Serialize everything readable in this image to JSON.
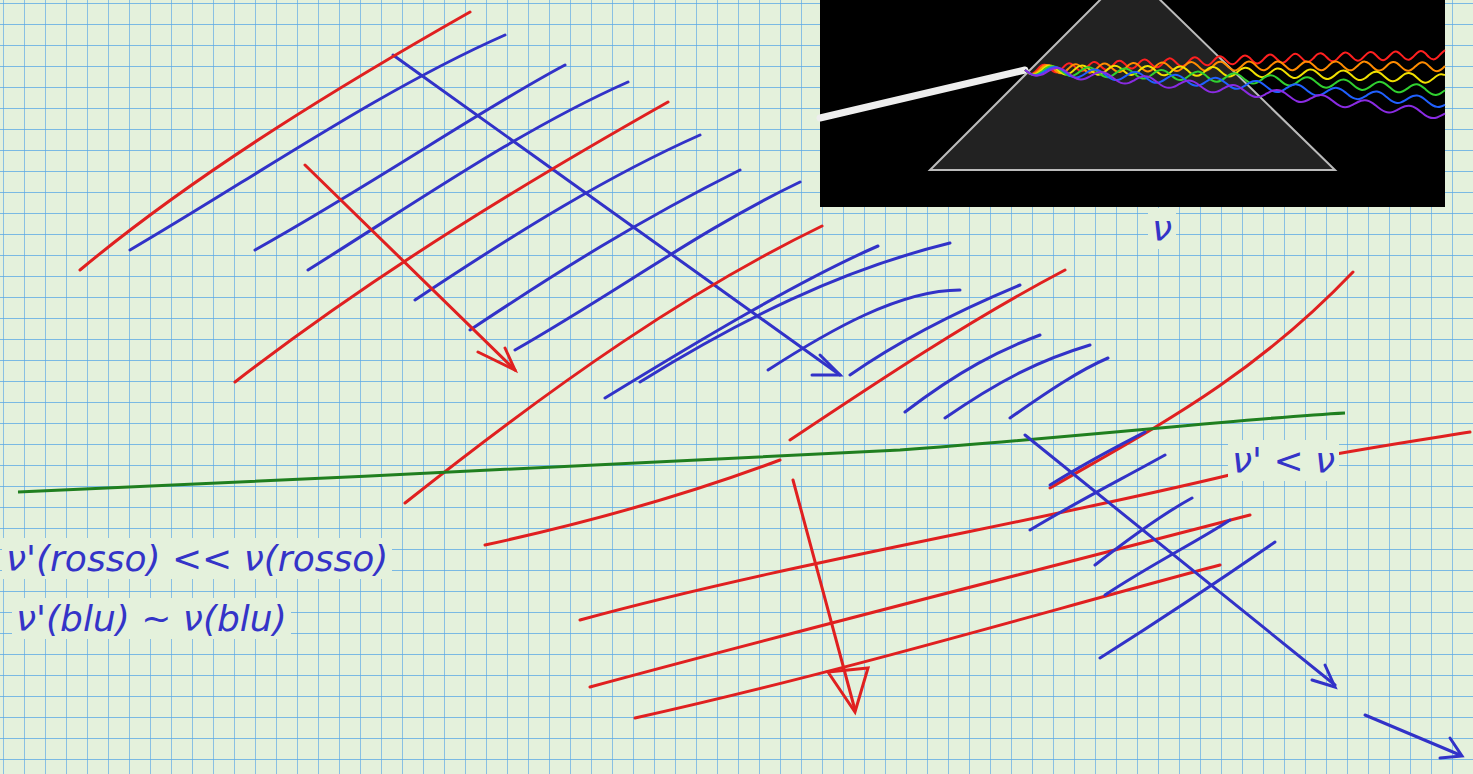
{
  "diagram": {
    "labels": [
      "ν'(rosso) << ν(rosso)",
      "ν'(blu) ~ ν(blu)",
      "ν' < ν",
      "ν"
    ]
  }
}
